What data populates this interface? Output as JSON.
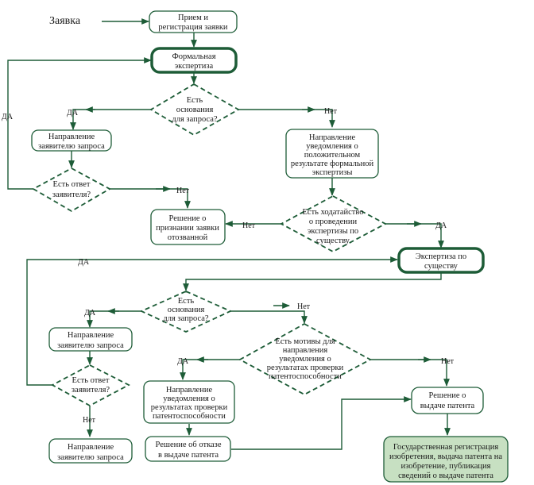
{
  "diagram": {
    "application_label": "Заявка",
    "nodes": {
      "receive": [
        "Прием и",
        "регистрация заявки"
      ],
      "formal_exam": [
        "Формальная",
        "экспертиза"
      ],
      "grounds1": [
        "Есть",
        "основания",
        "для запроса?"
      ],
      "send_request1": [
        "Направление",
        "заявителю запроса"
      ],
      "answer1": [
        "Есть ответ",
        "заявителя?"
      ],
      "notify_positive": [
        "Направление",
        "уведомления о",
        "положительном",
        "результате формальной",
        "экспертизы"
      ],
      "withdrawn": [
        "Решение о",
        "признании заявки",
        "отозванной"
      ],
      "petition": [
        "Есть ходатайство",
        "о проведении",
        "экспертизы по",
        "существу"
      ],
      "substantive_exam": [
        "Экспертиза по",
        "существу"
      ],
      "grounds2": [
        "Есть",
        "основания",
        "для запроса?"
      ],
      "send_request2": [
        "Направление",
        "заявителю запроса"
      ],
      "answer2": [
        "Есть ответ",
        "заявителя?"
      ],
      "send_request3": [
        "Направление",
        "заявителю запроса"
      ],
      "motives": [
        "Есть мотивы для",
        "направления",
        "уведомления о",
        "результатах проверки",
        "патентоспособности"
      ],
      "notify_patentability": [
        "Направление",
        "уведомления о",
        "результатах проверки",
        "патентоспособности"
      ],
      "refusal": [
        "Решение об отказе",
        "в выдаче патента"
      ],
      "grant_decision": [
        "Решение о",
        "выдаче патента"
      ],
      "registration": [
        "Государственная регистрация",
        "изобретения, выдача патента на",
        "изобретение, публикация",
        "сведений о выдаче патента"
      ]
    },
    "edge_labels": {
      "yes": "ДА",
      "no": "Нет"
    }
  }
}
